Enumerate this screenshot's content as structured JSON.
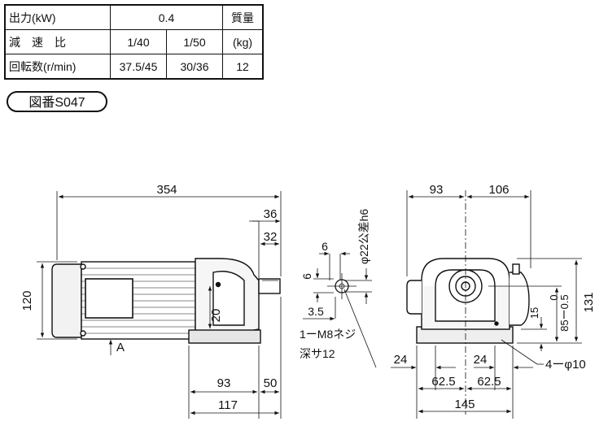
{
  "spec_table": {
    "row1": {
      "label": "出力(kW)",
      "output_value": "0.4",
      "mass_header": "質量"
    },
    "row2": {
      "label": "減　速　比",
      "ratio_a": "1/40",
      "ratio_b": "1/50",
      "mass_unit": "(kg)"
    },
    "row3": {
      "label": "回転数(r/min)",
      "speed_a": "37.5/45",
      "speed_b": "30/36",
      "mass_value": "12"
    }
  },
  "drawing_number": "図番S047",
  "dimensions": {
    "overall_length": "354",
    "shaft_length": "36",
    "shaft_to_flange": "32",
    "height": "120",
    "shaft_height_offset": "20",
    "base_93": "93",
    "base_50": "50",
    "base_117": "117",
    "view_marker": "A",
    "key_width": "6",
    "key_depth": "6",
    "key_3_5": "3.5",
    "shaft_dia": "φ22公差h6",
    "tap_note_line1": "1ーM8ネジ",
    "tap_note_line2": "深サ12",
    "side_93": "93",
    "side_106": "106",
    "side_131": "131",
    "side_85": "85ー0.5",
    "side_0": "0",
    "side_15": "15",
    "side_24_left": "24",
    "side_24_right": "24",
    "side_62_5_left": "62.5",
    "side_62_5_right": "62.5",
    "side_145": "145",
    "hole_note": "4ーφ10"
  }
}
